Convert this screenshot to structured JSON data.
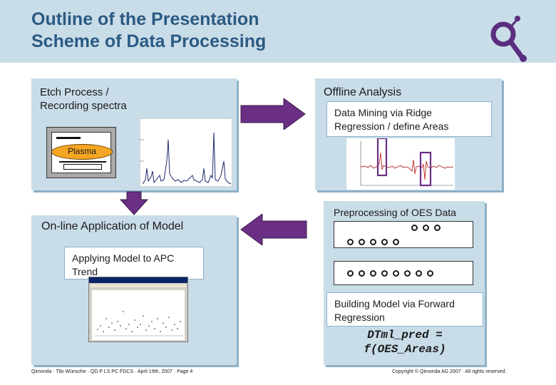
{
  "header": {
    "title_line1": "Outline of the Presentation",
    "title_line2": "Scheme of Data Processing"
  },
  "etch": {
    "label_line1": "Etch Process /",
    "label_line2": "Recording spectra",
    "plasma_label": "Plasma"
  },
  "offline": {
    "label": "Offline Analysis",
    "mining_line1": "Data Mining via Ridge",
    "mining_line2": "Regression / define Areas"
  },
  "online": {
    "label": "On-line Application of Model",
    "apc_line1": "Applying Model to APC",
    "apc_line2": "Trend"
  },
  "processing": {
    "preprocessing": "Preprocessing of OES Data",
    "building_line1": "Building Model via Forward",
    "building_line2": "Regression",
    "formula_line1": "DTml_pred =",
    "formula_line2": "f(OES_Areas)"
  },
  "footer": {
    "left": "Qimonda · Tilo Wünsche · QD P LS PC FDCS · April 19th, 2007 · Page 4",
    "right": "Copyright © Qimonda AG 2007 · All rights reserved."
  },
  "colors": {
    "header_bg": "#c9dde9",
    "title": "#2b5a82",
    "panel_bg": "#c9dde9",
    "logo": "#5b2d7e",
    "arrow": "#6b2f85",
    "plasma": "#f5a623",
    "highlight": "#6b2f85"
  },
  "icons": {
    "logo": "qimonda-logo-icon"
  }
}
